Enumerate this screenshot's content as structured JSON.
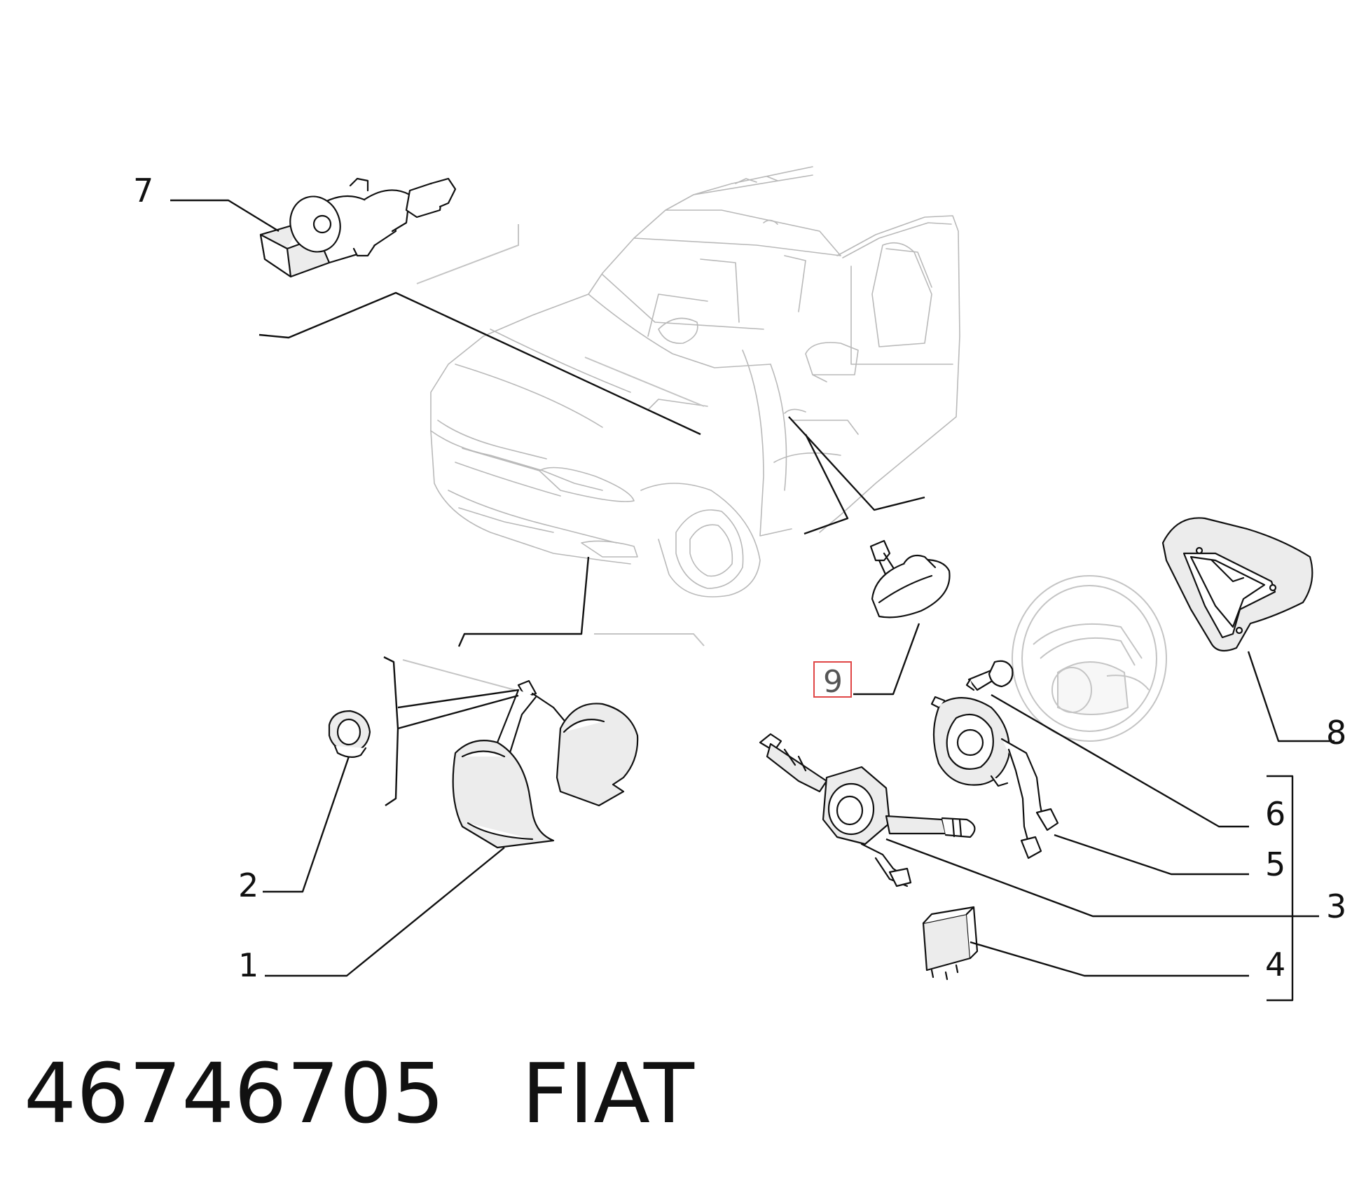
{
  "callouts": {
    "c1": "1",
    "c2": "2",
    "c3": "3",
    "c4": "4",
    "c5": "5",
    "c6": "6",
    "c7": "7",
    "c8": "8",
    "c9": "9"
  },
  "footer": {
    "part_number": "46746705",
    "brand": "FIAT"
  },
  "highlight": {
    "label": "9",
    "color": "#e04545"
  },
  "icons": [
    "car-outline",
    "horn",
    "rubber-grommet",
    "steering-column-switch",
    "relay",
    "clock-spring",
    "airbag-screw",
    "ignition-switch",
    "steering-wheel-airbag",
    "side-repeater-lamp"
  ]
}
